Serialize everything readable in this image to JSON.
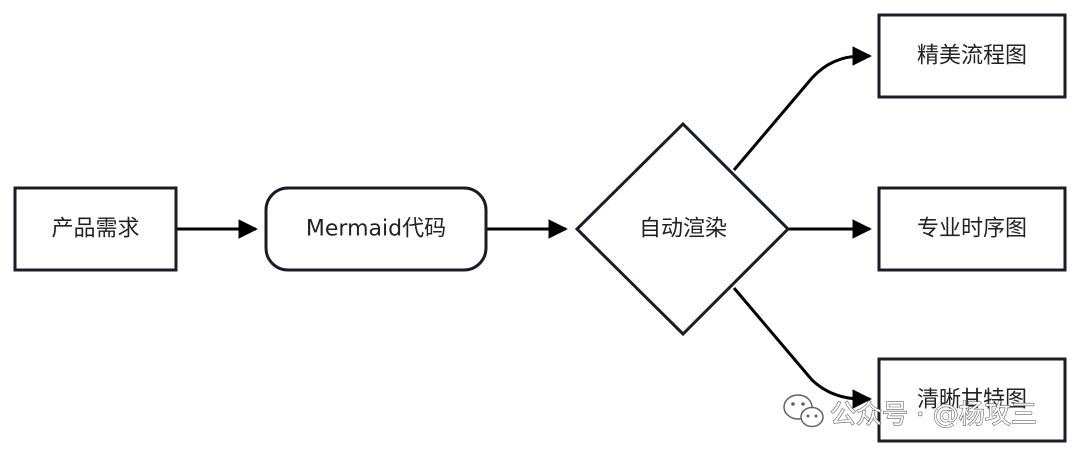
{
  "nodes": {
    "requirement": {
      "label": "产品需求"
    },
    "mermaid_code": {
      "label": "Mermaid代码"
    },
    "auto_render": {
      "label": "自动渲染"
    },
    "flowchart": {
      "label": "精美流程图"
    },
    "sequence": {
      "label": "专业时序图"
    },
    "gantt": {
      "label": "清晰甘特图"
    }
  },
  "watermark": {
    "icon": "wechat-icon",
    "text": "公众号 · @杨攻三"
  },
  "colors": {
    "stroke": "#1c1c28",
    "background": "#ffffff",
    "text": "#222222"
  }
}
